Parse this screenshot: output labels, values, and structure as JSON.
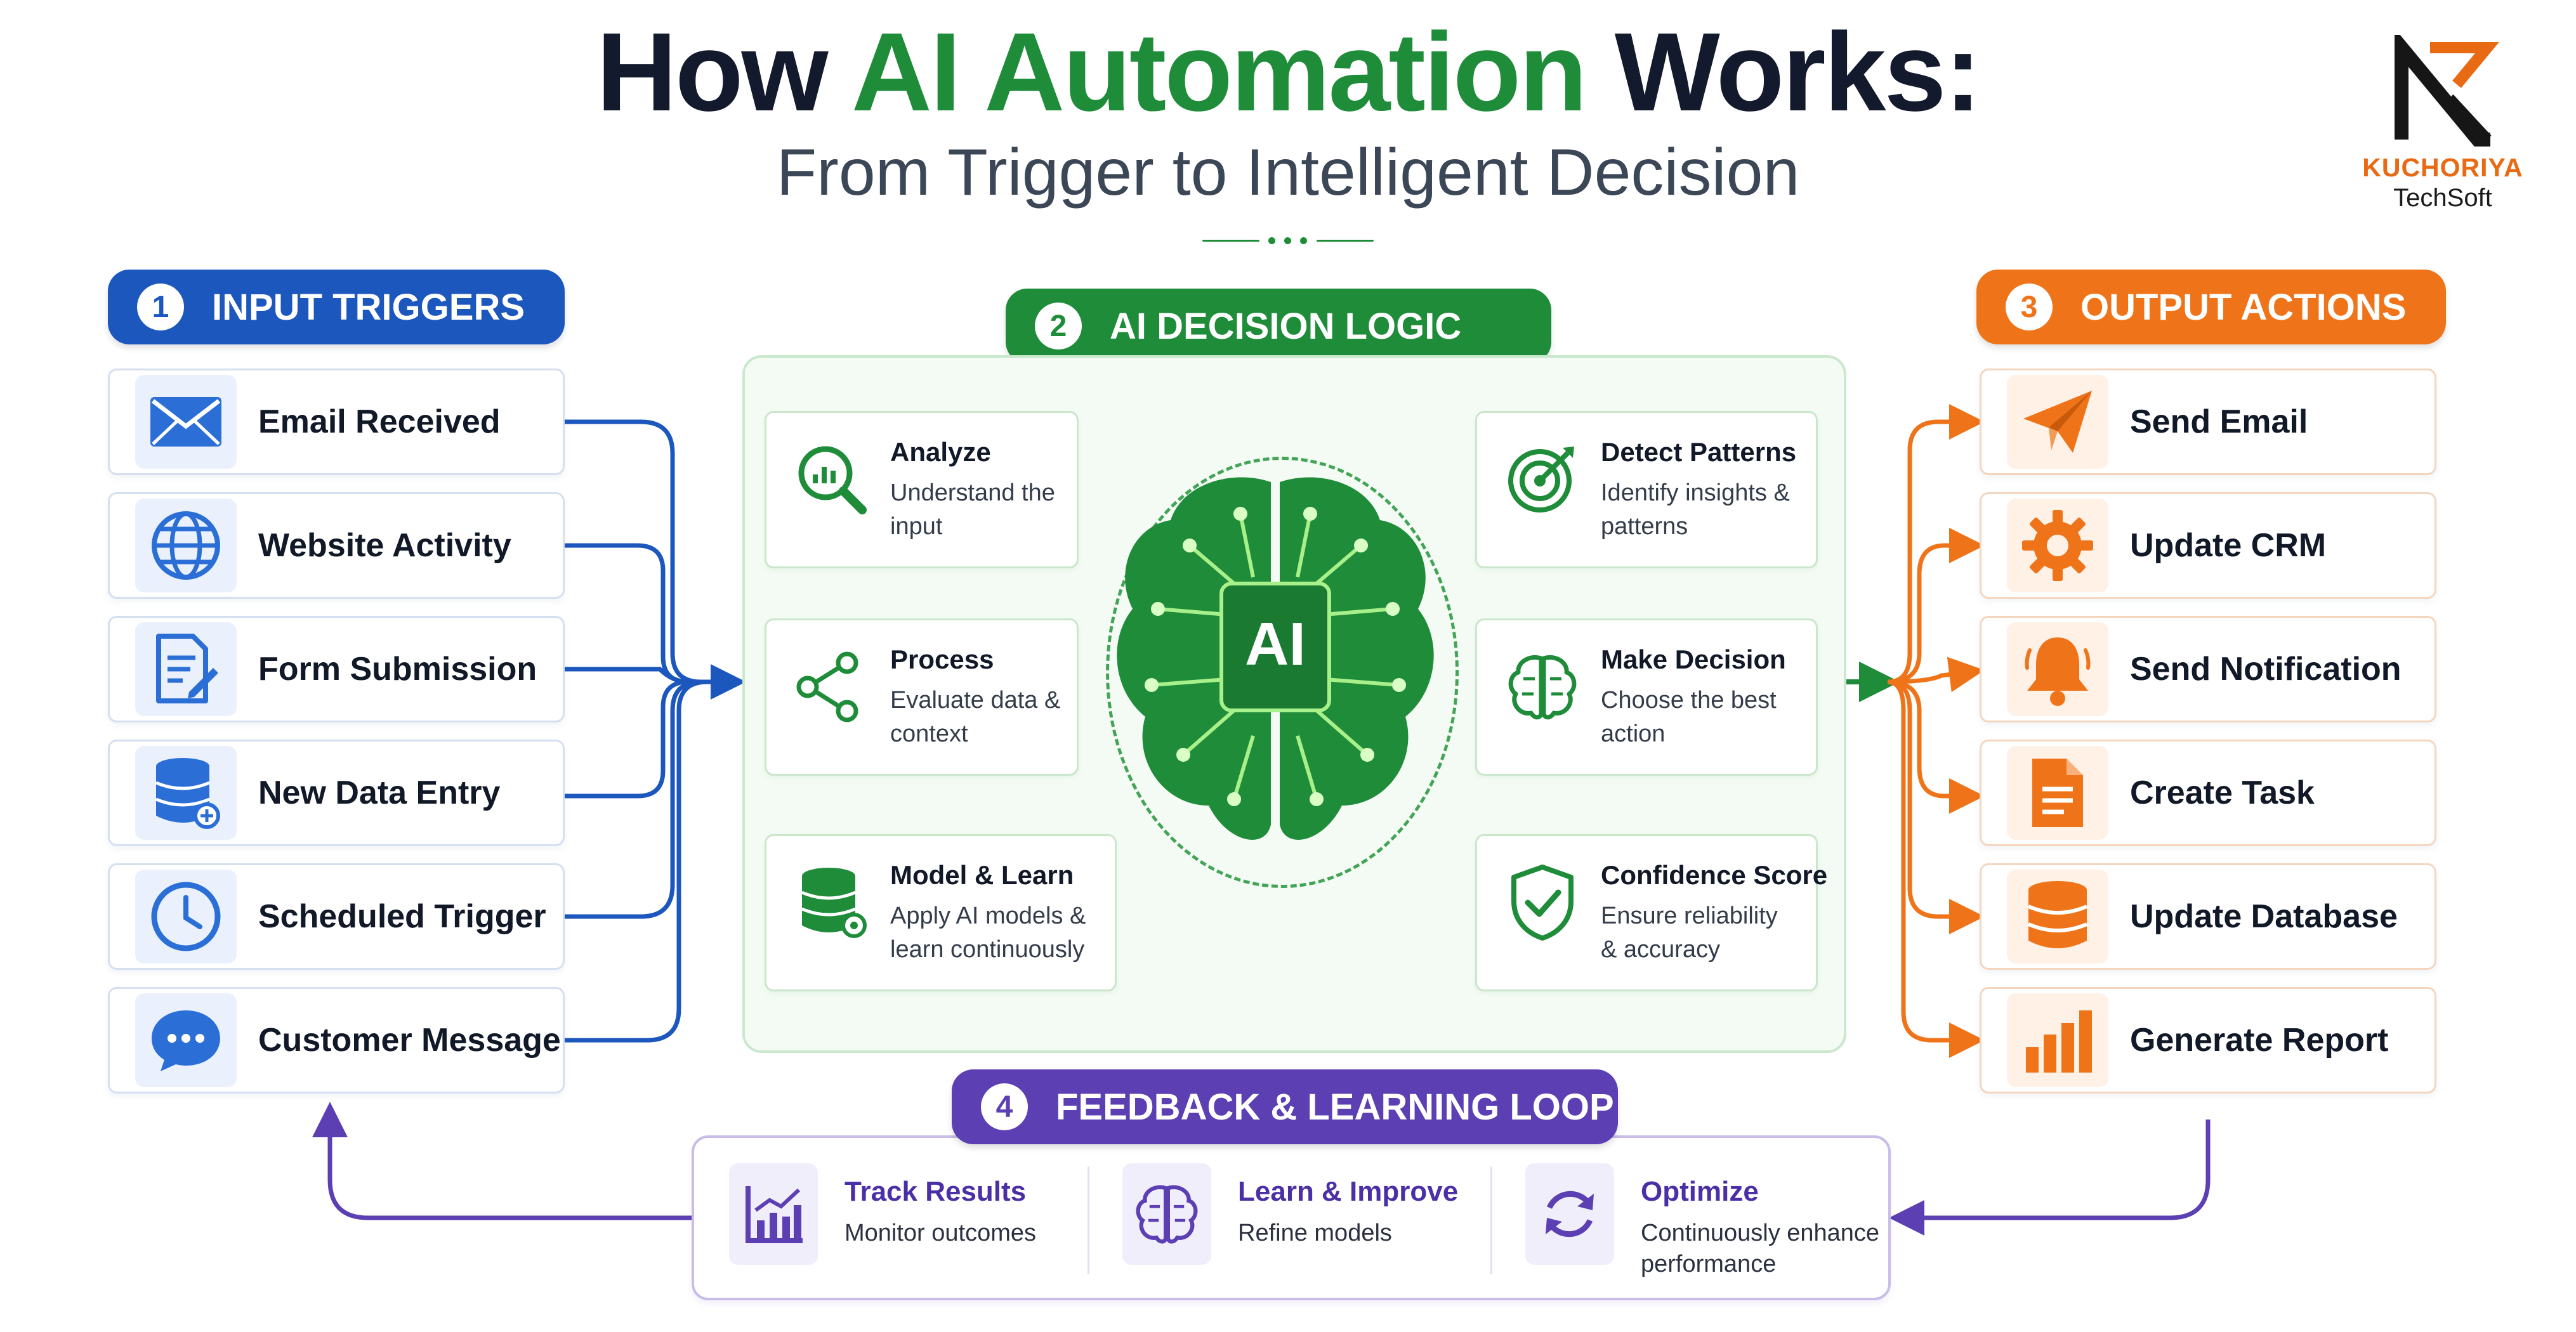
{
  "header": {
    "title_part1": "How",
    "title_accent": "AI Automation",
    "title_part2": "Works:",
    "subtitle": "From Trigger to Intelligent Decision"
  },
  "logo": {
    "brand": "KUCHORIYA",
    "brand_sub": "TechSoft"
  },
  "colors": {
    "blue": "#1c57bd",
    "green": "#1f8c3a",
    "orange": "#ef7419",
    "purple": "#5b3fb3"
  },
  "sections": {
    "inputs": {
      "number": "1",
      "title": "INPUT TRIGGERS"
    },
    "logic": {
      "number": "2",
      "title": "AI DECISION LOGIC"
    },
    "outputs": {
      "number": "3",
      "title": "OUTPUT ACTIONS"
    },
    "feedback": {
      "number": "4",
      "title": "FEEDBACK & LEARNING LOOP"
    }
  },
  "inputs": [
    {
      "label": "Email Received",
      "icon": "envelope-icon"
    },
    {
      "label": "Website Activity",
      "icon": "globe-icon"
    },
    {
      "label": "Form Submission",
      "icon": "form-icon"
    },
    {
      "label": "New Data Entry",
      "icon": "database-icon"
    },
    {
      "label": "Scheduled Trigger",
      "icon": "clock-icon"
    },
    {
      "label": "Customer Message",
      "icon": "chat-icon"
    }
  ],
  "logic": {
    "center_label": "AI",
    "steps": [
      {
        "title": "Analyze",
        "desc": "Understand the input",
        "icon": "analyze-icon"
      },
      {
        "title": "Process",
        "desc": "Evaluate data & context",
        "icon": "share-nodes-icon"
      },
      {
        "title": "Model & Learn",
        "desc": "Apply AI models & learn continuously",
        "icon": "model-database-icon"
      },
      {
        "title": "Detect Patterns",
        "desc": "Identify insights & patterns",
        "icon": "target-icon"
      },
      {
        "title": "Make Decision",
        "desc": "Choose the best action",
        "icon": "brain-icon"
      },
      {
        "title": "Confidence Score",
        "desc": "Ensure reliability & accuracy",
        "icon": "shield-check-icon"
      }
    ]
  },
  "outputs": [
    {
      "label": "Send Email",
      "icon": "paper-plane-icon"
    },
    {
      "label": "Update CRM",
      "icon": "gear-icon"
    },
    {
      "label": "Send Notification",
      "icon": "bell-icon"
    },
    {
      "label": "Create Task",
      "icon": "document-icon"
    },
    {
      "label": "Update Database",
      "icon": "database-icon"
    },
    {
      "label": "Generate Report",
      "icon": "bar-chart-icon"
    }
  ],
  "feedback": [
    {
      "title": "Track Results",
      "desc": "Monitor outcomes",
      "icon": "line-chart-icon"
    },
    {
      "title": "Learn & Improve",
      "desc": "Refine models",
      "icon": "brain-icon"
    },
    {
      "title": "Optimize",
      "desc": "Continuously enhance performance",
      "icon": "refresh-icon"
    }
  ]
}
